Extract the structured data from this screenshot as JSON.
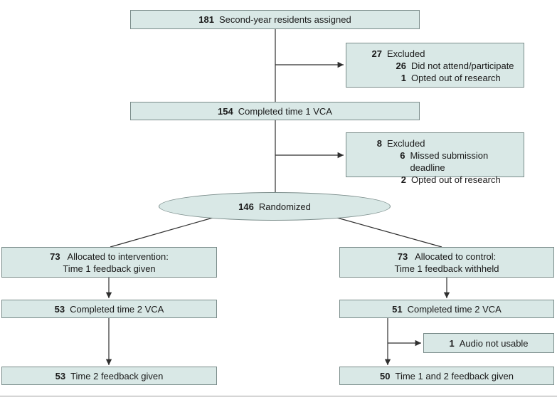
{
  "colors": {
    "background": "#ffffff",
    "box-fill": "#d9e8e6",
    "box-border": "#7a8c8a",
    "line": "#2f2f2f",
    "text": "#1a1a1a",
    "bottom-rule": "#9b9b9b"
  },
  "boxes": {
    "assigned": {
      "num": "181",
      "label": "Second-year residents assigned"
    },
    "excluded1": {
      "rows": [
        {
          "num": "27",
          "label": "Excluded"
        },
        {
          "num": "26",
          "label": "Did not attend/participate"
        },
        {
          "num": "1",
          "label": "Opted out of research"
        }
      ]
    },
    "completed1": {
      "num": "154",
      "label": "Completed time 1 VCA"
    },
    "excluded2": {
      "rows": [
        {
          "num": "8",
          "label": "Excluded"
        },
        {
          "num": "6",
          "label": "Missed submission deadline"
        },
        {
          "num": "2",
          "label": "Opted out of research"
        }
      ]
    },
    "randomized": {
      "num": "146",
      "label": "Randomized"
    },
    "alloc_intervention": {
      "num": "73",
      "label": "Allocated to intervention:",
      "line2": "Time 1 feedback given"
    },
    "alloc_control": {
      "num": "73",
      "label": "Allocated to control:",
      "line2": "Time 1 feedback withheld"
    },
    "completed2_intervention": {
      "num": "53",
      "label": "Completed time 2 VCA"
    },
    "completed2_control": {
      "num": "51",
      "label": "Completed time 2 VCA"
    },
    "audio_not_usable": {
      "num": "1",
      "label": "Audio not usable"
    },
    "feedback_intervention": {
      "num": "53",
      "label": "Time 2 feedback given"
    },
    "feedback_control": {
      "num": "50",
      "label": "Time 1 and 2 feedback given"
    }
  }
}
